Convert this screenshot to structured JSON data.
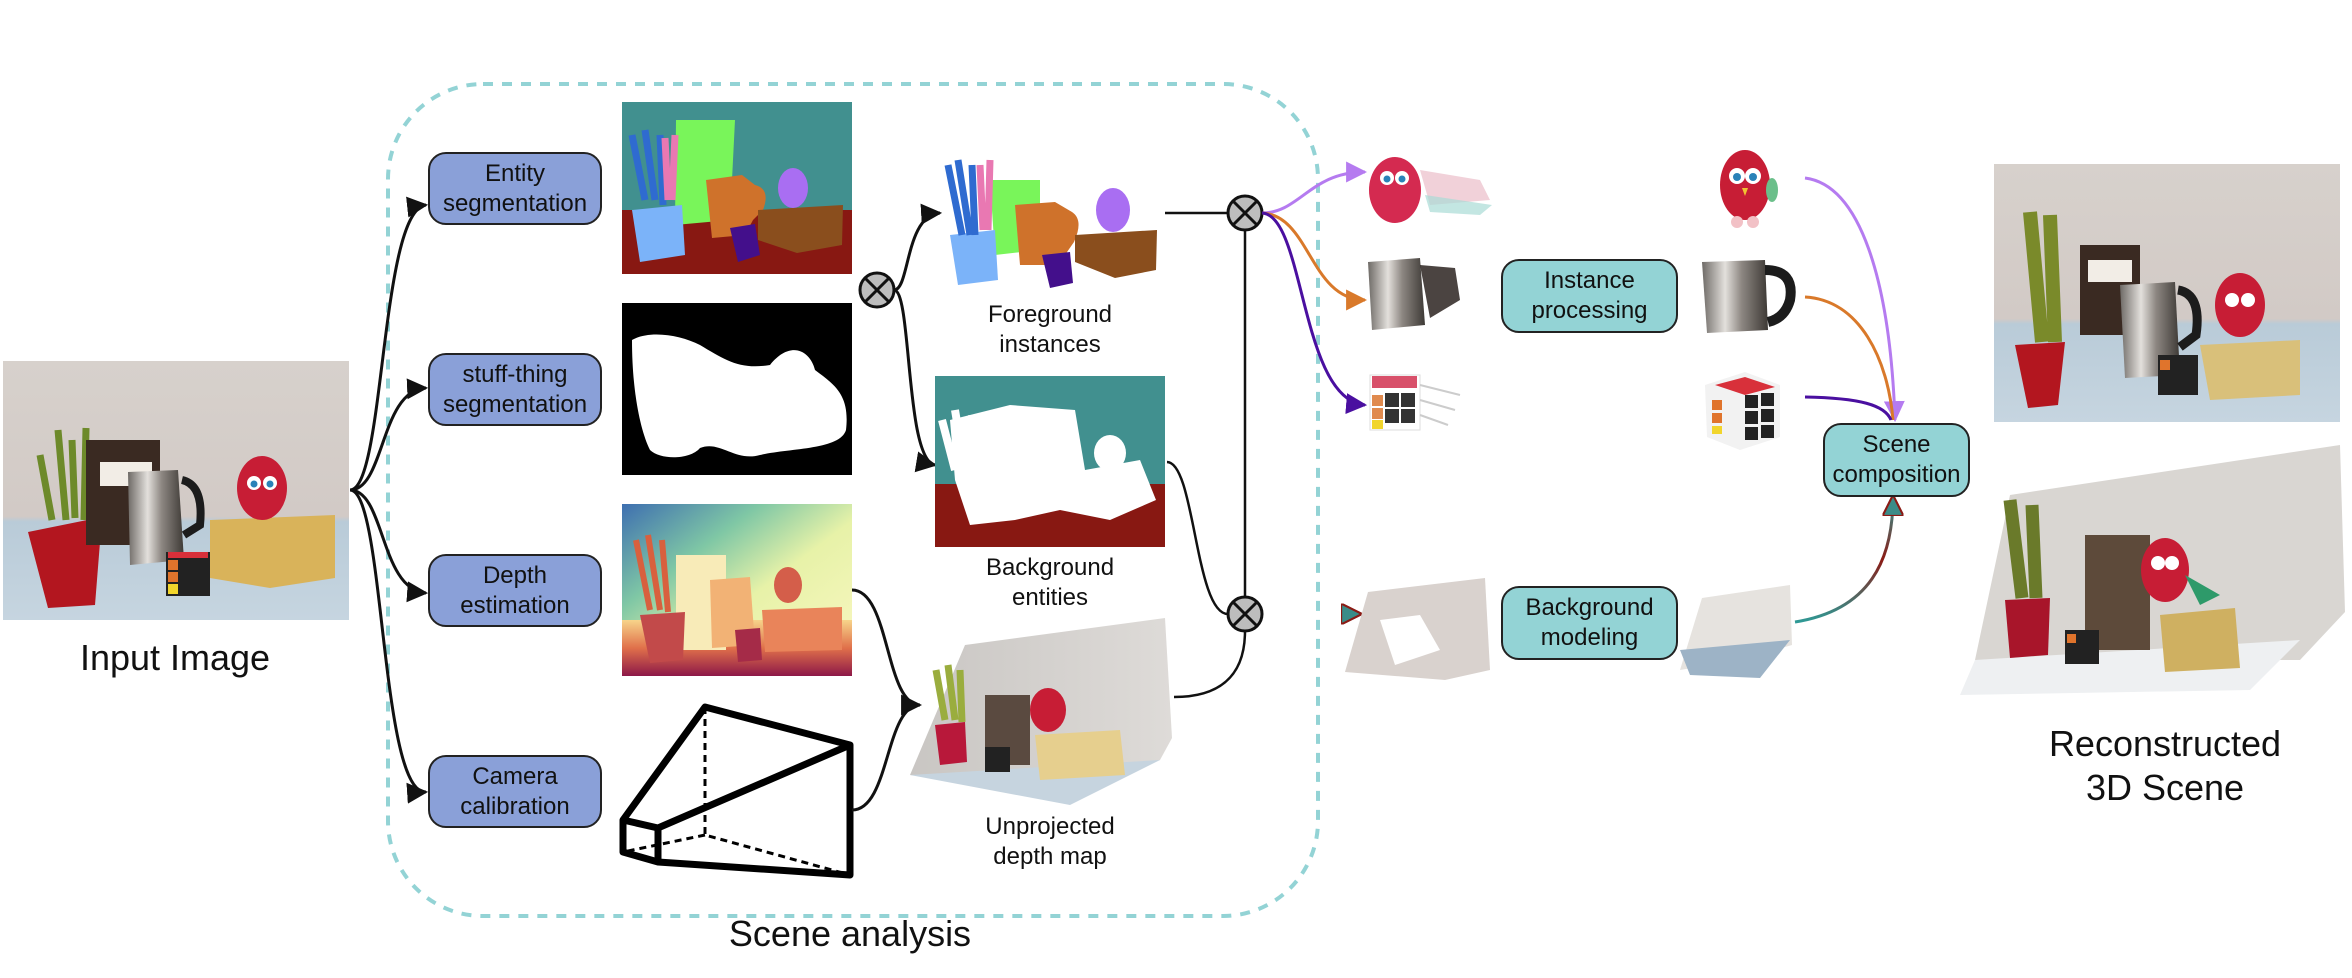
{
  "figure": {
    "input_label": "Input Image",
    "output_label_line1": "Reconstructed",
    "output_label_line2": "3D Scene",
    "group_label": "Scene analysis"
  },
  "analysis_steps": [
    {
      "line1": "Entity",
      "line2": "segmentation"
    },
    {
      "line1": "stuff-thing",
      "line2": "segmentation"
    },
    {
      "line1": "Depth",
      "line2": "estimation"
    },
    {
      "line1": "Camera",
      "line2": "calibration"
    }
  ],
  "intermediate_outputs": {
    "foreground": {
      "line1": "Foreground",
      "line2": "instances"
    },
    "background": {
      "line1": "Background",
      "line2": "entities"
    },
    "depth": {
      "line1": "Unprojected",
      "line2": "depth map"
    }
  },
  "processing_steps": {
    "instance": {
      "line1": "Instance",
      "line2": "processing"
    },
    "background": {
      "line1": "Background",
      "line2": "modeling"
    },
    "composition": {
      "line1": "Scene",
      "line2": "composition"
    }
  },
  "instances": [
    "parrot-plush",
    "kettle",
    "rubiks-cube"
  ],
  "colors": {
    "analysis_box": "#8aa0d8",
    "processing_box": "#93d3d5",
    "group_border": "#93d3d5",
    "parrot_arrow": "#b57bf0",
    "kettle_arrow": "#d9792a",
    "cube_arrow": "#4a0fa0",
    "bg_arrow_a": "#8b1a14",
    "bg_arrow_b": "#2e9a96",
    "seg_wall": "#41908f",
    "seg_table": "#881812",
    "combine_node": "#bdbdbd"
  }
}
